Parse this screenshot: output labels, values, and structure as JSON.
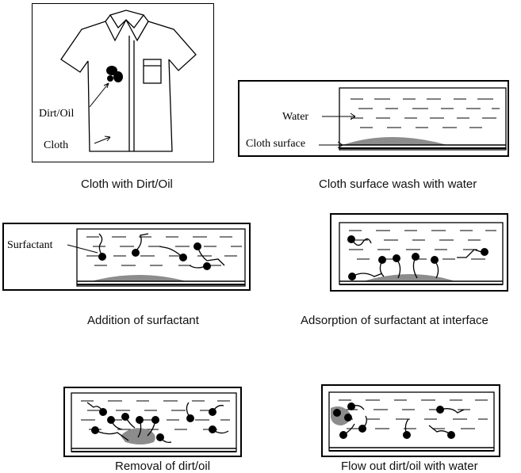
{
  "panels": [
    {
      "id": "cloth",
      "caption": "Cloth with Dirt/Oil",
      "labels": {
        "dirt": "Dirt/Oil",
        "cloth": "Cloth"
      }
    },
    {
      "id": "wash",
      "caption": "Cloth surface wash with water",
      "labels": {
        "water": "Water",
        "surface": "Cloth surface"
      }
    },
    {
      "id": "addition",
      "caption": "Addition of surfactant",
      "labels": {
        "surfactant": "Surfactant"
      }
    },
    {
      "id": "adsorption",
      "caption": "Adsorption of surfactant at interface",
      "labels": {}
    },
    {
      "id": "removal",
      "caption": "Removal of dirt/oil",
      "labels": {}
    },
    {
      "id": "flowout",
      "caption": "Flow out dirt/oil with water",
      "labels": {}
    }
  ]
}
